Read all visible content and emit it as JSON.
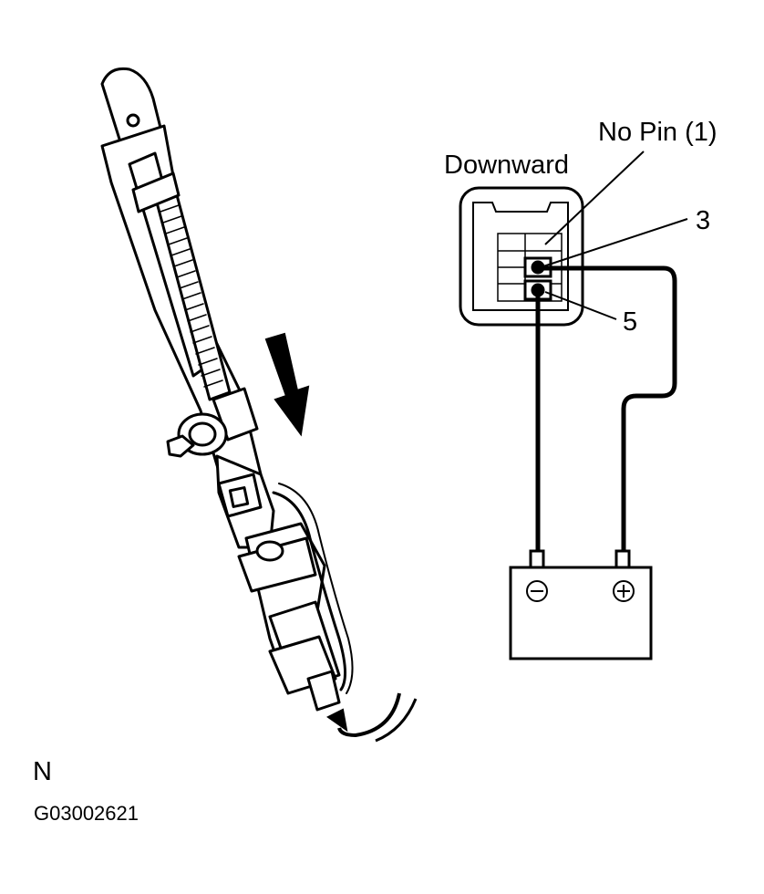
{
  "labels": {
    "no_pin": "No Pin (1)",
    "downward": "Downward",
    "pin_3": "3",
    "pin_5": "5",
    "view_letter": "N",
    "figure_code": "G03002621"
  },
  "battery": {
    "negative_symbol": "⊖",
    "positive_symbol": "⊕"
  },
  "colors": {
    "line": "#000000",
    "background": "#ffffff"
  }
}
